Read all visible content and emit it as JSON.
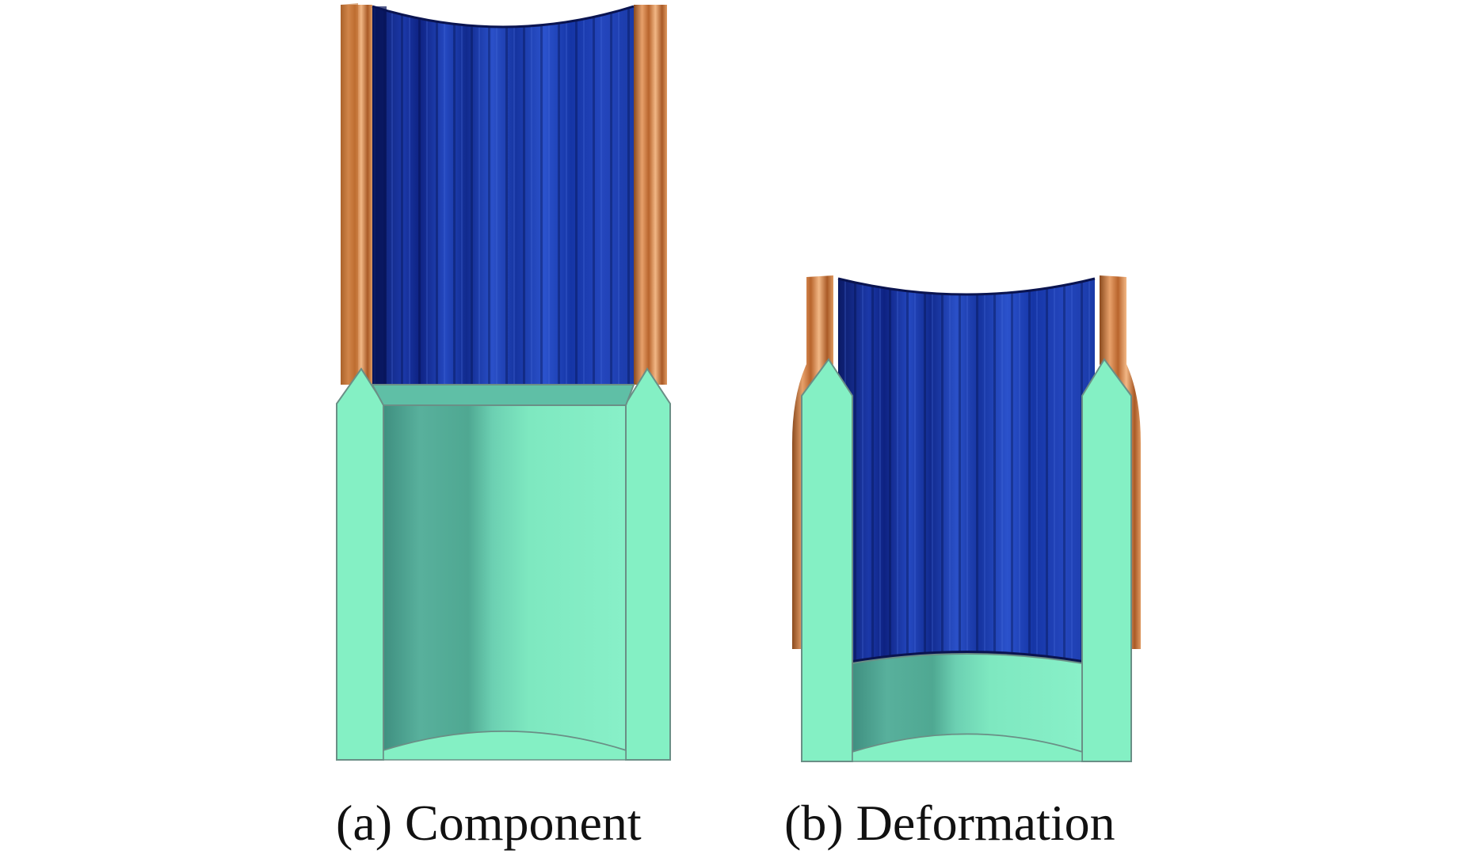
{
  "panels": [
    {
      "id": "a",
      "caption": "(a) Component"
    },
    {
      "id": "b",
      "caption": "(b) Deformation"
    }
  ],
  "colors": {
    "background": "#ffffff",
    "inner_tube_blue": "#1f3fa8",
    "inner_tube_dark": "#0d1f78",
    "outer_copper": "#c8763a",
    "copper_highlight": "#f0b07a",
    "die_green": "#84f0c4",
    "die_green_shadow": "#4fb29a",
    "edge_gray": "#6a8f86"
  }
}
